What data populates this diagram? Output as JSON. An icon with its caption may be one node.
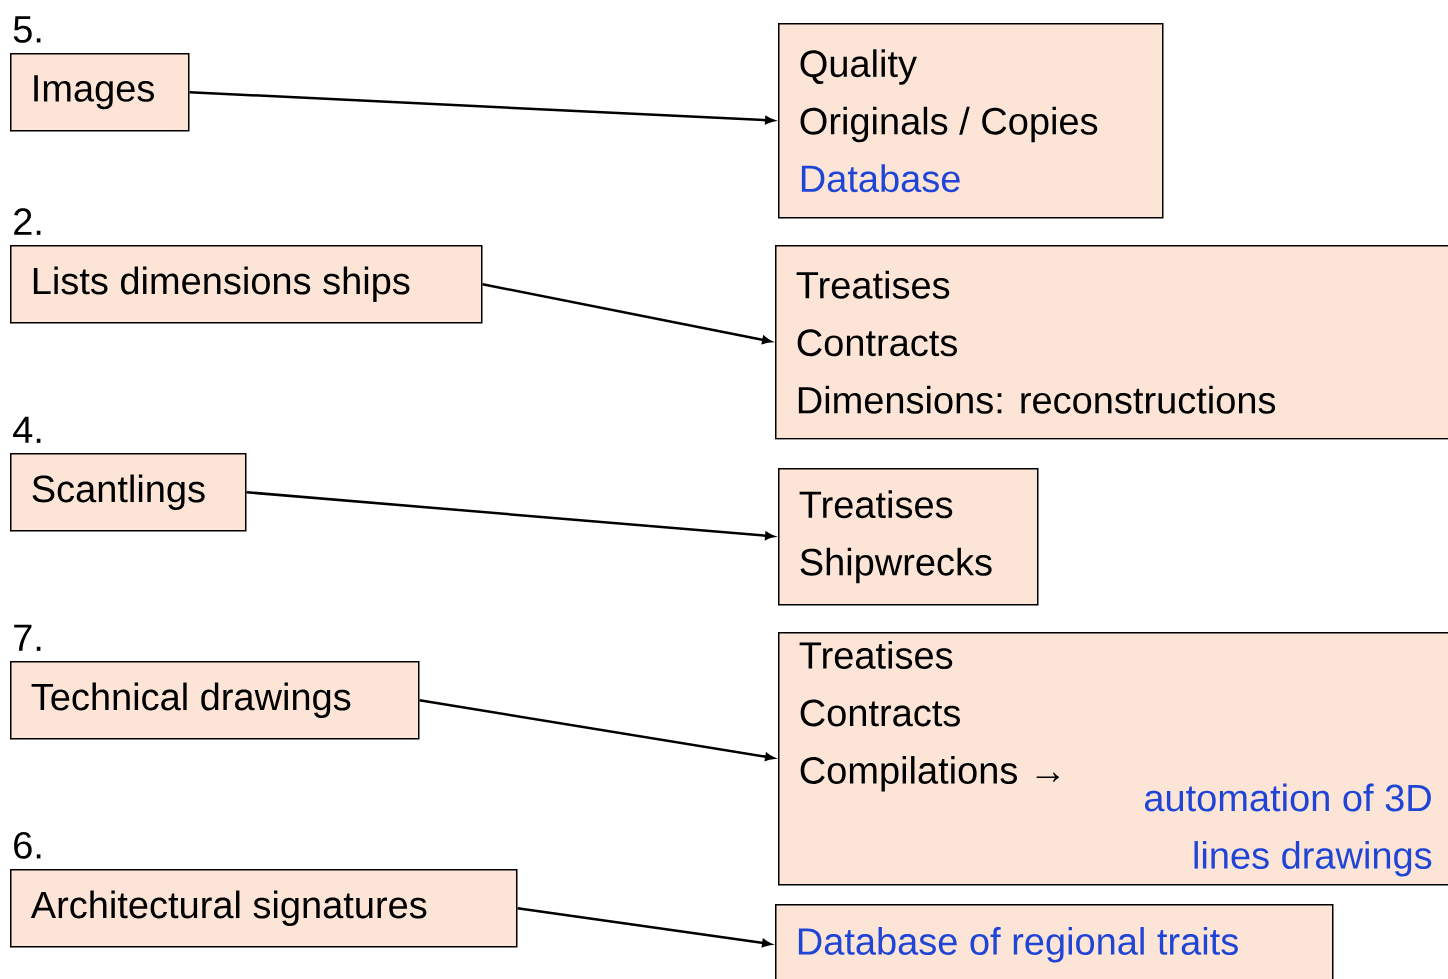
{
  "diagram": {
    "nodes": [
      {
        "text": [
          "Images"
        ],
        "beside": [
          "5."
        ]
      },
      {
        "text": [
          "Quality",
          "Originals / Copies",
          "Database"
        ]
      },
      {
        "text": [
          "Lists dimensions ships"
        ],
        "beside": [
          "2."
        ]
      },
      {
        "text": [
          "Treatises",
          "Contracts",
          "Dimensions: reconstructions"
        ]
      },
      {
        "text": [
          "Scantlings"
        ],
        "beside": [
          "4."
        ]
      },
      {
        "text": [
          "Treatises",
          "Shipwrecks"
        ]
      },
      {
        "text": [
          "Technical drawings"
        ],
        "beside": [
          "7."
        ]
      },
      {
        "text": [
          "Treatises",
          "Contracts",
          "Compilations →",
          "automation of 3D lines drawings"
        ]
      },
      {
        "text": [
          "Architectural signatures"
        ],
        "beside": [
          "6."
        ]
      },
      {
        "text": [
          "Database of regional traits"
        ]
      }
    ],
    "edges": [
      {
        "from": 0,
        "to": 1,
        "arrow": "to"
      },
      {
        "from": 2,
        "to": 3,
        "arrow": "to"
      },
      {
        "from": 4,
        "to": 5,
        "arrow": "to"
      },
      {
        "from": 6,
        "to": 7,
        "arrow": "to"
      },
      {
        "from": 8,
        "to": 9,
        "arrow": "to"
      }
    ]
  }
}
